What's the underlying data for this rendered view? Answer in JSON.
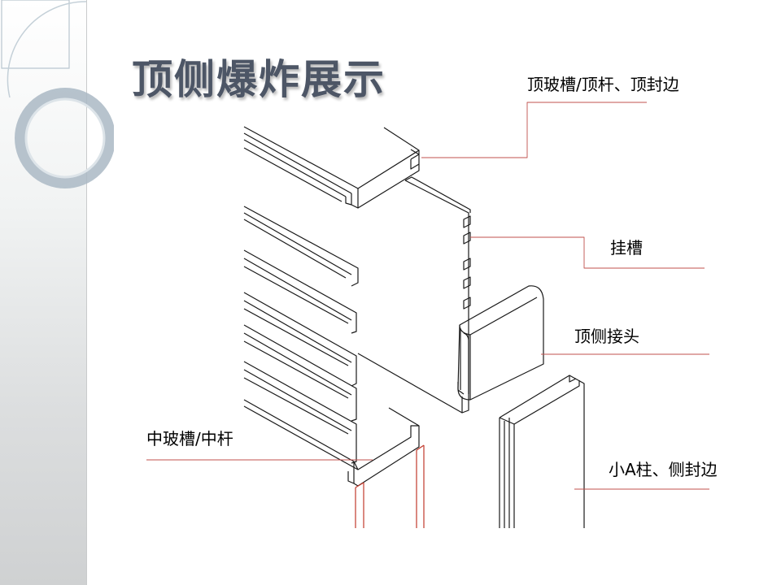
{
  "slide": {
    "title": "顶侧爆炸展示"
  },
  "callouts": {
    "top_channel": "顶玻槽/顶杆、顶封边",
    "hang_slot": "挂槽",
    "top_side_joint": "顶侧接头",
    "mid_channel": "中玻槽/中杆",
    "small_a_pillar": "小A柱、侧封边"
  },
  "colors": {
    "title": "#4d5666",
    "leader_line": "#c0504d",
    "part_line": "#1a1a1a",
    "glass_edge": "#c0392b"
  }
}
